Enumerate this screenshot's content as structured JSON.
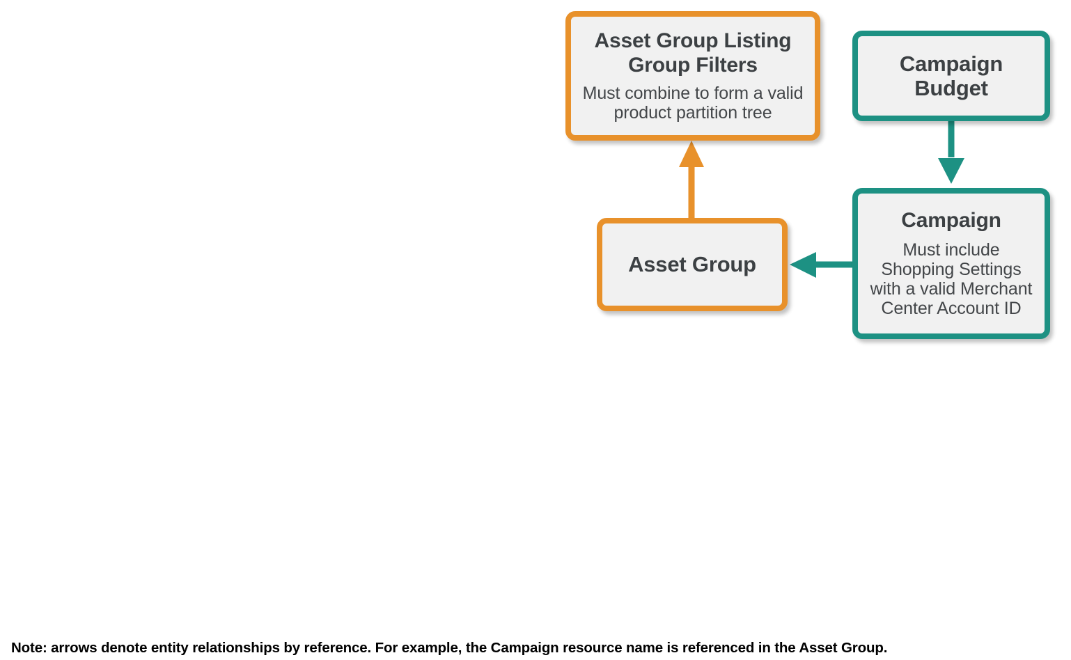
{
  "diagram": {
    "type": "entity-relationship",
    "colors": {
      "orange": "#E8912B",
      "teal": "#1D9183",
      "node_fill": "#F1F1F1",
      "title_text": "#3C4043",
      "body_text": "#434649",
      "footnote_text": "#000000",
      "background": "#FFFFFF"
    },
    "nodes": [
      {
        "id": "asset-group-listing-group-filters",
        "title": "Asset Group Listing Group Filters",
        "subtitle": "Must combine to form a valid product partition tree",
        "color": "orange"
      },
      {
        "id": "campaign-budget",
        "title": "Campaign Budget",
        "subtitle": "",
        "color": "teal"
      },
      {
        "id": "asset-group",
        "title": "Asset Group",
        "subtitle": "",
        "color": "orange"
      },
      {
        "id": "campaign",
        "title": "Campaign",
        "subtitle": "Must include Shopping Settings with a valid Merchant Center Account ID",
        "color": "teal"
      }
    ],
    "edges": [
      {
        "id": "asset-group-to-listing-group-filters",
        "from": "asset-group",
        "to": "asset-group-listing-group-filters",
        "direction": "up",
        "color": "orange"
      },
      {
        "id": "campaign-budget-to-campaign",
        "from": "campaign-budget",
        "to": "campaign",
        "direction": "down",
        "color": "teal"
      },
      {
        "id": "campaign-to-asset-group",
        "from": "campaign",
        "to": "asset-group",
        "direction": "left",
        "color": "teal"
      }
    ],
    "footnote": "Note: arrows denote entity relationships by reference. For example, the Campaign resource name is referenced in the Asset Group."
  }
}
